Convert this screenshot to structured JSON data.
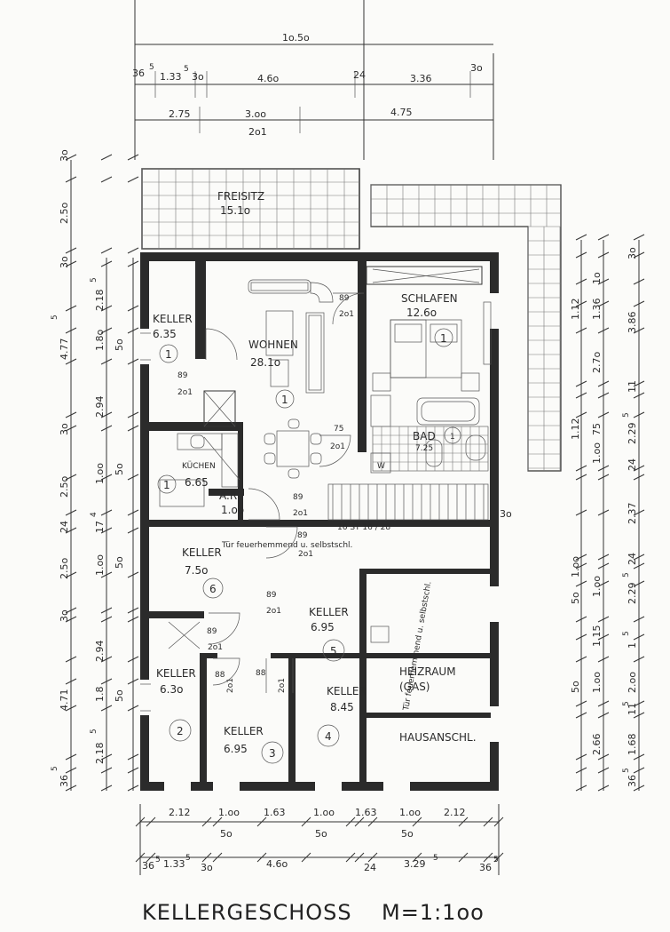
{
  "title": {
    "name": "KELLERGESCHOSS",
    "scale": "M=1:1oo"
  },
  "dims_top": {
    "overall": "1o.5o",
    "row1": [
      "36",
      "5",
      "1.33",
      "5",
      "3o",
      "4.6o",
      "24",
      "3.36",
      "3o"
    ],
    "row2": [
      "2.75",
      "3.oo",
      "2o1",
      "4.75"
    ]
  },
  "dims_bottom": {
    "row1": [
      "2.12",
      "1.oo",
      "1.63",
      "1.oo",
      "1.63",
      "1.oo",
      "2.12"
    ],
    "row1b": [
      "5o",
      "5o",
      "5o"
    ],
    "row2": [
      "36",
      "5",
      "1.33",
      "5",
      "3o",
      "4.6o",
      "24",
      "3.29",
      "5",
      "36",
      "5"
    ]
  },
  "dims_left": {
    "outer": [
      "3o",
      "2.5o",
      "3o",
      "2.18",
      "5",
      "4.77",
      "5",
      "2.94",
      "3o",
      "2.5o",
      "24",
      "2.5o",
      "3o",
      "2.94",
      "4.71",
      "2.18",
      "5",
      "36",
      "5"
    ],
    "inner": [
      "1.8o",
      "5o",
      "1.oo",
      "5o",
      "17",
      "4",
      "1.oo",
      "5o",
      "1.8",
      "5o"
    ]
  },
  "dims_right": {
    "outer": [
      "3o",
      "3.86",
      "11",
      "2.29",
      "5",
      "24",
      "2.37",
      "24",
      "2.29",
      "5",
      "1",
      "5",
      "2.oo",
      "11",
      "5",
      "2.66",
      "1.68",
      "36",
      "5"
    ],
    "inner": [
      "1o",
      "1.12",
      "1.36",
      "2.7o",
      "1.12",
      "75",
      "1.oo",
      "1.oo",
      "5o",
      "1.oo",
      "1.15",
      "5o",
      "1.oo",
      "3o"
    ]
  },
  "rooms": {
    "freisitz": {
      "name": "FREISITZ",
      "area": "15.1o"
    },
    "keller1": {
      "name": "KELLER",
      "area": "6.35",
      "num": "1"
    },
    "wohnen": {
      "name": "WOHNEN",
      "area": "28.1o",
      "num": "1"
    },
    "schlafen": {
      "name": "SCHLAFEN",
      "area": "12.6o",
      "num": "1"
    },
    "bad": {
      "name": "BAD",
      "area": "7.25",
      "num": "1"
    },
    "kuechen": {
      "name": "KÜCHEN",
      "area": "6.65",
      "num": "1"
    },
    "ar": {
      "name": "A.R.",
      "area": "1.oo"
    },
    "keller6": {
      "name": "KELLER",
      "area": "7.5o",
      "num": "6"
    },
    "keller5": {
      "name": "KELLER",
      "area": "6.95",
      "num": "5"
    },
    "keller2": {
      "name": "KELLER",
      "area": "6.3o",
      "num": "2"
    },
    "keller3": {
      "name": "KELLER",
      "area": "6.95",
      "num": "3"
    },
    "keller4": {
      "name": "KELLER",
      "area": "8.45",
      "num": "4"
    },
    "heizraum": {
      "name": "HEIZRAUM",
      "sub": "(GAS)"
    },
    "hausanschl": {
      "name": "HAUSANSCHL."
    }
  },
  "doors": [
    "89",
    "2o1",
    "89",
    "2o1",
    "75",
    "2o1",
    "89",
    "2o1",
    "89",
    "2o1",
    "89",
    "2o1",
    "89",
    "2o1",
    "88",
    "2o1",
    "88",
    "2o1"
  ],
  "stairs": {
    "label": "16 ST 16 / 28",
    "side": "3o"
  },
  "notes": {
    "note1": "Tür feuerhemmend u. selbstschl.",
    "note2": "Tür feuerhemmend u. selbstschl."
  },
  "wc": "W"
}
